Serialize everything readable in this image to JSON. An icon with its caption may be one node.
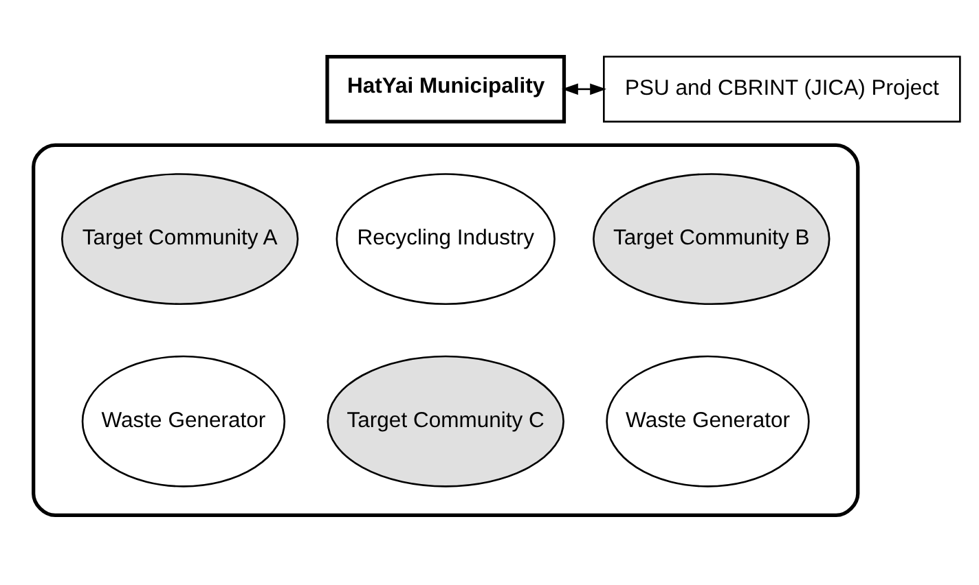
{
  "diagram": {
    "nodes": [
      {
        "text": [
          "HatYai Municipality"
        ]
      },
      {
        "text": [
          "PSU and CBRINT (JICA) Project"
        ]
      },
      {
        "text": [],
        "shape": "box"
      },
      {
        "text": [
          "Target Community A"
        ],
        "in": 2
      },
      {
        "text": [
          "Recycling Industry"
        ],
        "in": 2
      },
      {
        "text": [
          "Target Community B"
        ],
        "in": 2
      },
      {
        "text": [
          "Waste Generator"
        ],
        "in": 2
      },
      {
        "text": [
          "Target Community C"
        ],
        "in": 2
      },
      {
        "text": [
          "Waste Generator"
        ],
        "in": 2
      }
    ],
    "edges": [
      {
        "from": 0,
        "to": 1,
        "arrow": "both"
      }
    ]
  }
}
